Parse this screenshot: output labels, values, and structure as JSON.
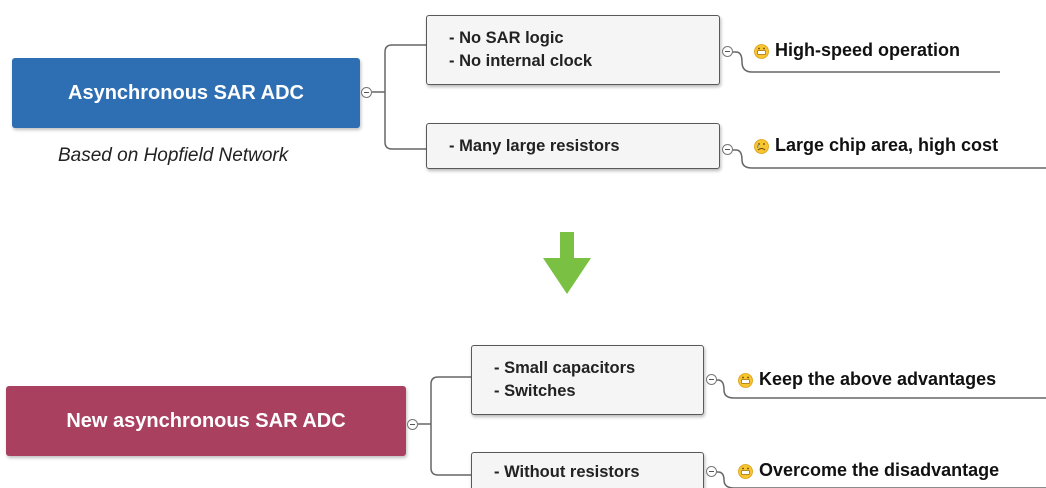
{
  "top": {
    "root_label": "Asynchronous SAR ADC",
    "root_color": "#2e6eb3",
    "caption": "Based on Hopfield Network",
    "branches": [
      {
        "lines": [
          "- No SAR logic",
          "- No internal clock"
        ],
        "leaf": "High-speed operation",
        "leaf_icon": "happy-face-icon"
      },
      {
        "lines": [
          "- Many large resistors"
        ],
        "leaf": "Large chip area, high cost",
        "leaf_icon": "crying-face-icon"
      }
    ]
  },
  "bottom": {
    "root_label": "New asynchronous SAR ADC",
    "root_color": "#a9405f",
    "branches": [
      {
        "lines": [
          "- Small capacitors",
          "- Switches"
        ],
        "leaf": "Keep the above advantages",
        "leaf_icon": "happy-face-icon"
      },
      {
        "lines": [
          "- Without resistors"
        ],
        "leaf": "Overcome the disadvantage",
        "leaf_icon": "happy-face-icon"
      }
    ]
  },
  "arrow_color": "#7ac143",
  "connector_color": "#666666"
}
